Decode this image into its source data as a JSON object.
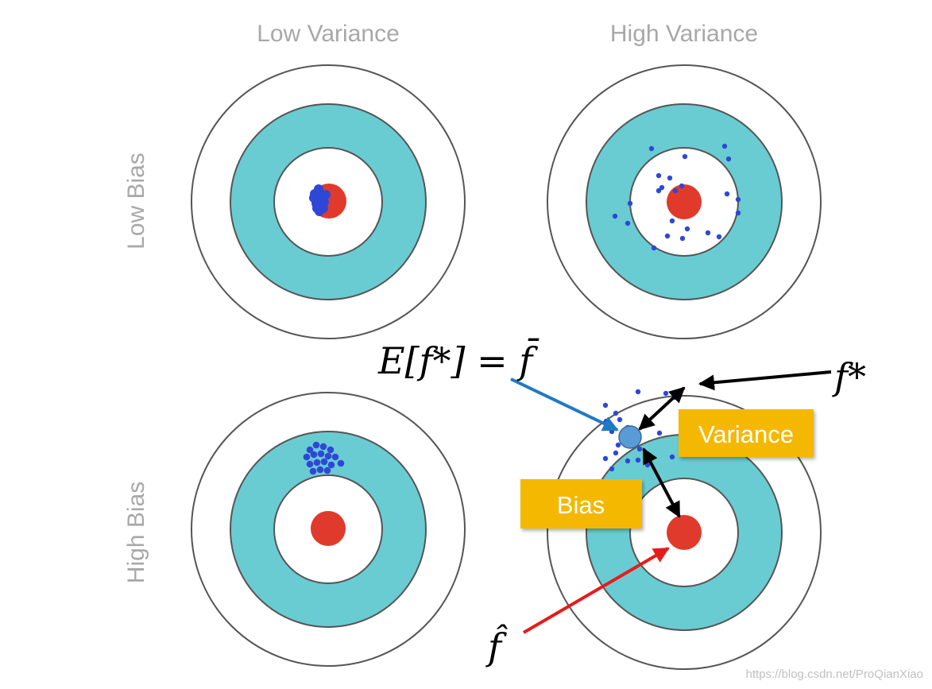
{
  "columns": {
    "left": "Low Variance",
    "right": "High Variance"
  },
  "rows": {
    "top": "Low Bias",
    "bottom": "High Bias"
  },
  "annotations": {
    "expectation_label": "E[f*] = f̄",
    "f_star_label": "f*",
    "f_hat_label": "f̂",
    "variance_box": "Variance",
    "bias_box": "Bias"
  },
  "watermark": "https://blog.csdn.net/ProQianXiao",
  "colors": {
    "ring_cyan": "#69ccd2",
    "bullseye_red": "#e03a2c",
    "dot_blue": "#2f47d6",
    "mean_dot": "#5b9bd5",
    "box_gold": "#f5b800",
    "arrow_blue": "#1f7ac4",
    "arrow_red": "#e81b1b"
  }
}
